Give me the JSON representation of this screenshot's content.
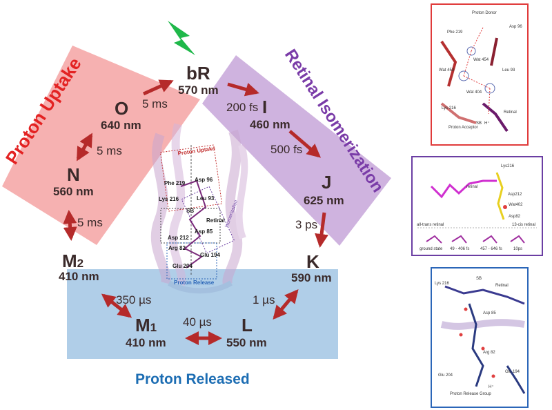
{
  "colors": {
    "uptake": "#f4a3a3",
    "isomerization": "#c7a6d9",
    "release": "#a7c9e6",
    "arrow": "#b52a2a",
    "uptake_text": "#e32222",
    "isomerization_text": "#7a3ca8",
    "release_text": "#1c6db3",
    "bolt": "#1fb84a",
    "panel1_border": "#e03a3a",
    "panel2_border": "#6b3ea3",
    "panel3_border": "#2b66b8"
  },
  "regions": {
    "uptake": "Proton Uptake",
    "isomerization": "Retinal Isomerization",
    "release": "Proton Released"
  },
  "states": {
    "bR": {
      "name": "bR",
      "wavelength": "570 nm"
    },
    "I": {
      "name": "I",
      "wavelength": "460 nm"
    },
    "J": {
      "name": "J",
      "wavelength": "625 nm"
    },
    "K": {
      "name": "K",
      "wavelength": "590 nm"
    },
    "L": {
      "name": "L",
      "wavelength": "550 nm"
    },
    "M1": {
      "name": "M",
      "sub": "1",
      "wavelength": "410 nm"
    },
    "M2": {
      "name": "M",
      "sub": "2",
      "wavelength": "410 nm"
    },
    "N": {
      "name": "N",
      "wavelength": "560 nm"
    },
    "O": {
      "name": "O",
      "wavelength": "640 nm"
    }
  },
  "times": {
    "bR_I": "200 fs",
    "I_J": "500 fs",
    "J_K": "3 ps",
    "K_L": "1 µs",
    "L_M1": "40 µs",
    "M1_M2": "350 µs",
    "M2_N": "5 ms",
    "N_O": "5 ms",
    "O_bR": "5 ms"
  },
  "center_structure": {
    "box_uptake": "Proton Uptake",
    "box_isomerization": "Isomerization",
    "box_release": "Proton Release",
    "residues": [
      "Phe 219",
      "Asp 96",
      "Lys 216",
      "Leu 93",
      "SB",
      "Retinal",
      "Asp 212",
      "Asp 85",
      "Arg 82",
      "Glu 194",
      "Glu 204"
    ]
  },
  "panel_uptake": {
    "labels": [
      "Proton Donor",
      "Phe 219",
      "Asp 96",
      "Wat 454",
      "Wat 453",
      "Leu 93",
      "Wat 404",
      "Lys 216",
      "Retinal",
      "SB",
      "H⁺",
      "Proton Acceptor"
    ]
  },
  "panel_isomerization": {
    "labels": [
      "Lys216",
      "retinal",
      "Asp212",
      "Wat402",
      "Asp82"
    ],
    "axis_left": "all-trans retinal",
    "axis_right": "13-cis retinal",
    "stages": [
      "ground state",
      "49 - 406 fs",
      "457 - 646 fs",
      "10ps"
    ]
  },
  "panel_release": {
    "labels": [
      "Lys 216",
      "SB",
      "Retinal",
      "Asp 85",
      "Arg 82",
      "Glu 204",
      "Glu 194",
      "H⁺",
      "Proton Release Group"
    ]
  }
}
